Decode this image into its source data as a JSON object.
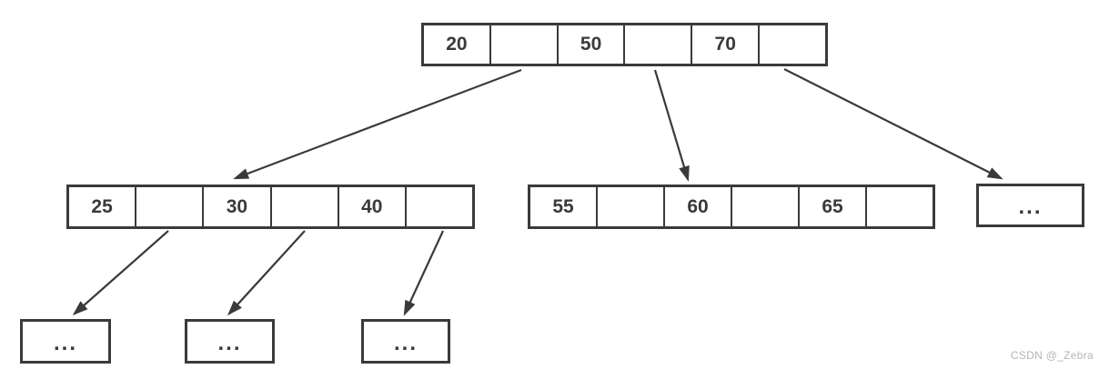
{
  "diagram": {
    "kind": "b-tree",
    "root": {
      "cells": [
        "20",
        "",
        "50",
        "",
        "70",
        ""
      ]
    },
    "internal_left": {
      "cells": [
        "25",
        "",
        "30",
        "",
        "40",
        ""
      ]
    },
    "internal_middle": {
      "cells": [
        "55",
        "",
        "60",
        "",
        "65",
        ""
      ]
    },
    "internal_right": {
      "label": "..."
    },
    "leaves": [
      {
        "label": "..."
      },
      {
        "label": "..."
      },
      {
        "label": "..."
      }
    ],
    "edges": [
      {
        "from": "root.pointer-after-20",
        "to": "internal-left"
      },
      {
        "from": "root.pointer-after-50",
        "to": "internal-middle"
      },
      {
        "from": "root.pointer-after-70",
        "to": "internal-right"
      },
      {
        "from": "internal-left.pointer-after-25",
        "to": "leaf-1"
      },
      {
        "from": "internal-left.pointer-after-30",
        "to": "leaf-2"
      },
      {
        "from": "internal-left.pointer-after-40",
        "to": "leaf-3"
      }
    ]
  },
  "watermark": "CSDN @_Zebra",
  "colors": {
    "line": "#3a3a3a",
    "text": "#3a3a3a",
    "background": "#ffffff",
    "watermark": "#b5b5b5"
  }
}
